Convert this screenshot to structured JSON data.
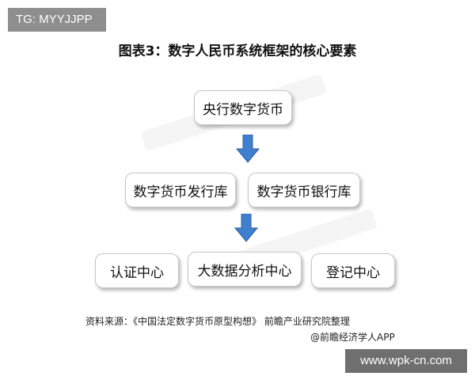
{
  "overlay_tag": "TG: MYYJJPP",
  "title": "图表3：数字人民币系统框架的核心要素",
  "diagram": {
    "level1": {
      "label": "央行数字货币"
    },
    "level2": [
      {
        "label": "数字货币发行库"
      },
      {
        "label": "数字货币银行库"
      }
    ],
    "level3": [
      {
        "label": "认证中心"
      },
      {
        "label": "大数据分析中心"
      },
      {
        "label": "登记中心"
      }
    ],
    "arrow_color": "#3f7fd0"
  },
  "footer": {
    "source": "资料来源：《中国法定数字货币原型构想》 前瞻产业研究院整理",
    "credit": "@前瞻经济学人APP"
  },
  "url_tag": "www.wpk-cn.com"
}
